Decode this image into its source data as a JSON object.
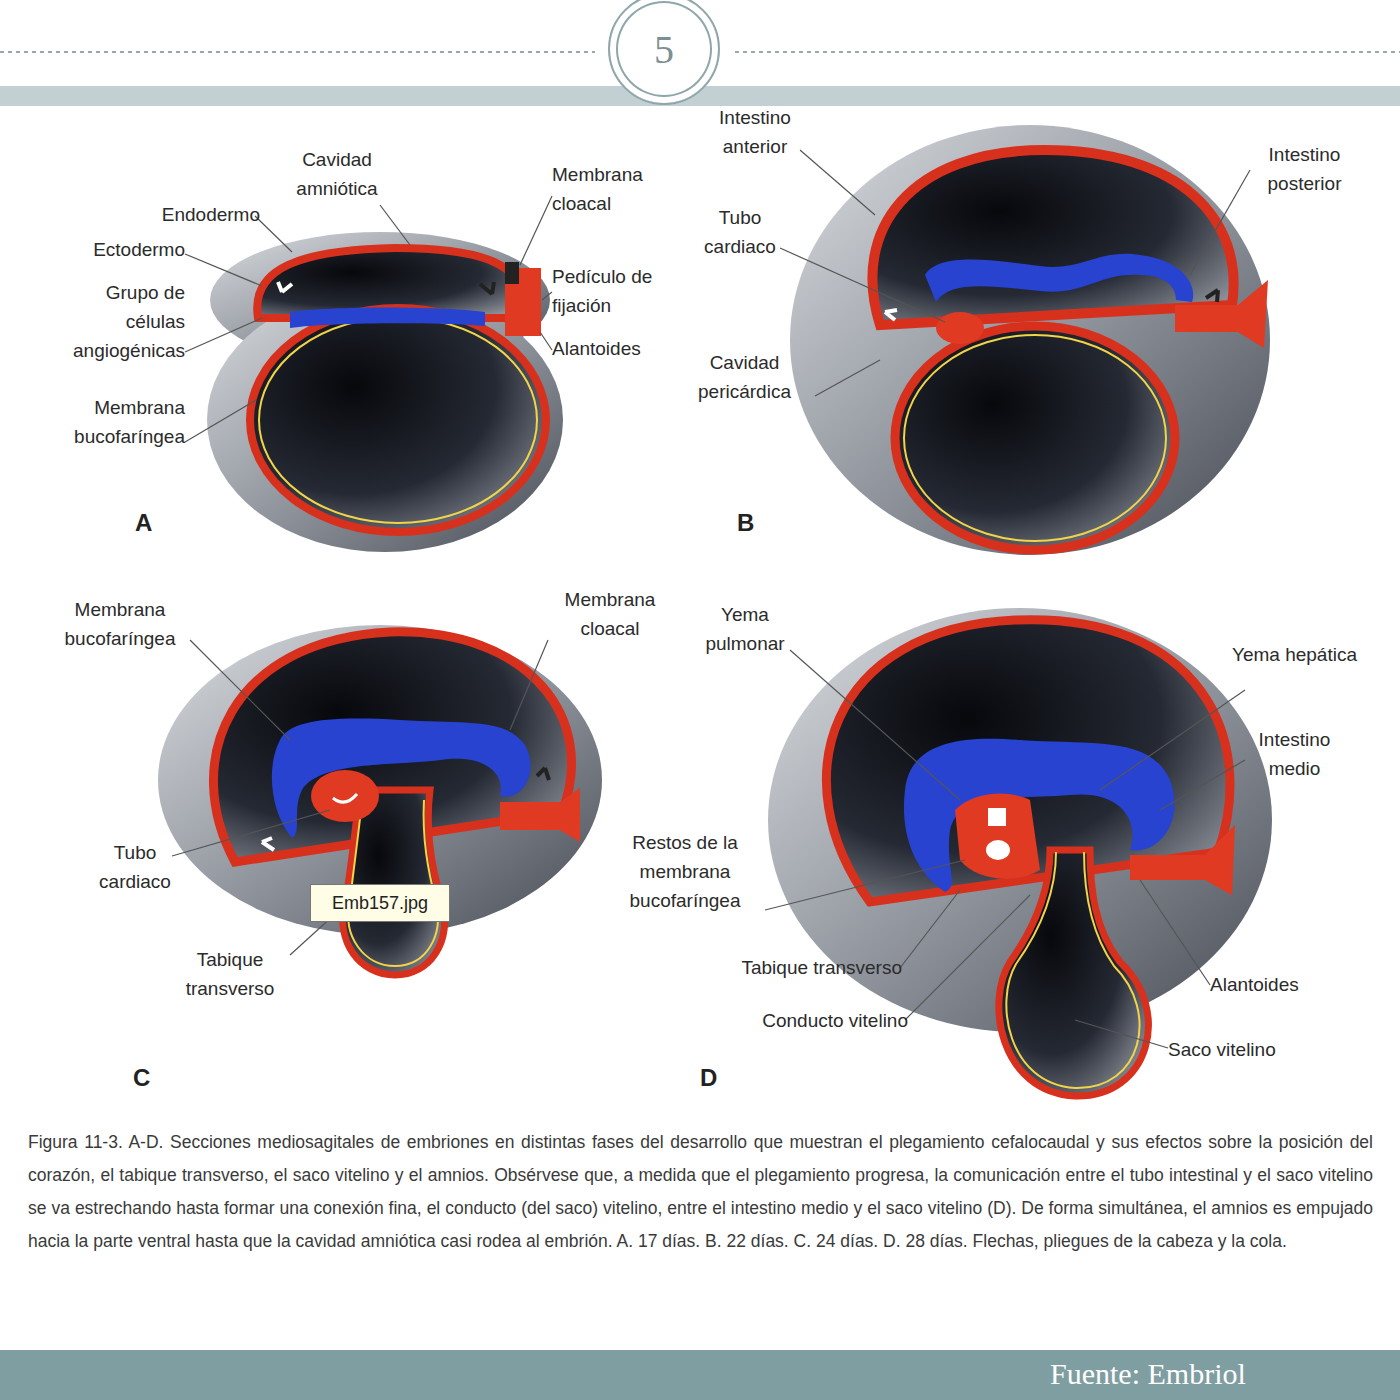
{
  "diagram": {
    "caption": "Figura 11-3. A-D. Secciones mediosagitales de embriones en distintas fases del desarrollo que muestran el plegamiento cefalocaudal y sus efectos sobre la posición del corazón, el tabique transverso, el saco vitelino y el amnios. Obsérvese que, a medida que el plegamiento progresa, la comunicación entre el tubo intestinal y el saco vitelino se va estrechando hasta formar una conexión fina, el conducto (del saco) vitelino, entre el intestino medio y el saco vitelino (D). De forma simultánea, el amnios es empujado hacia la parte ventral hasta que la cavidad amniótica casi rodea al embrión. A. 17 días. B. 22 días. C. 24 días. D. 28 días. Flechas, pliegues de la cabeza y la cola.",
    "nodes": [
      {
        "text": [
          "5"
        ]
      },
      {
        "text": [
          "Emb157.jpg"
        ]
      }
    ],
    "labels": [
      "Cavidad amniótica",
      "Endodermo",
      "Ectodermo",
      "Grupo de células angiogénicas",
      "Membrana bucofaríngea",
      "Membrana cloacal",
      "Pedículo de fijación",
      "Alantoides",
      "A",
      "Intestino anterior",
      "Intestino posterior",
      "Tubo cardiaco",
      "Cavidad pericárdica",
      "B",
      "Membrana bucofaríngea",
      "Membrana cloacal",
      "Tubo cardiaco",
      "Tabique transverso",
      "C",
      "Yema pulmonar",
      "Yema hepática",
      "Intestino medio",
      "Restos de la membrana bucofaríngea",
      "Tabique transverso",
      "Conducto vitelino",
      "Alantoides",
      "Saco vitelino",
      "D",
      "Fuente: Embriol"
    ]
  }
}
